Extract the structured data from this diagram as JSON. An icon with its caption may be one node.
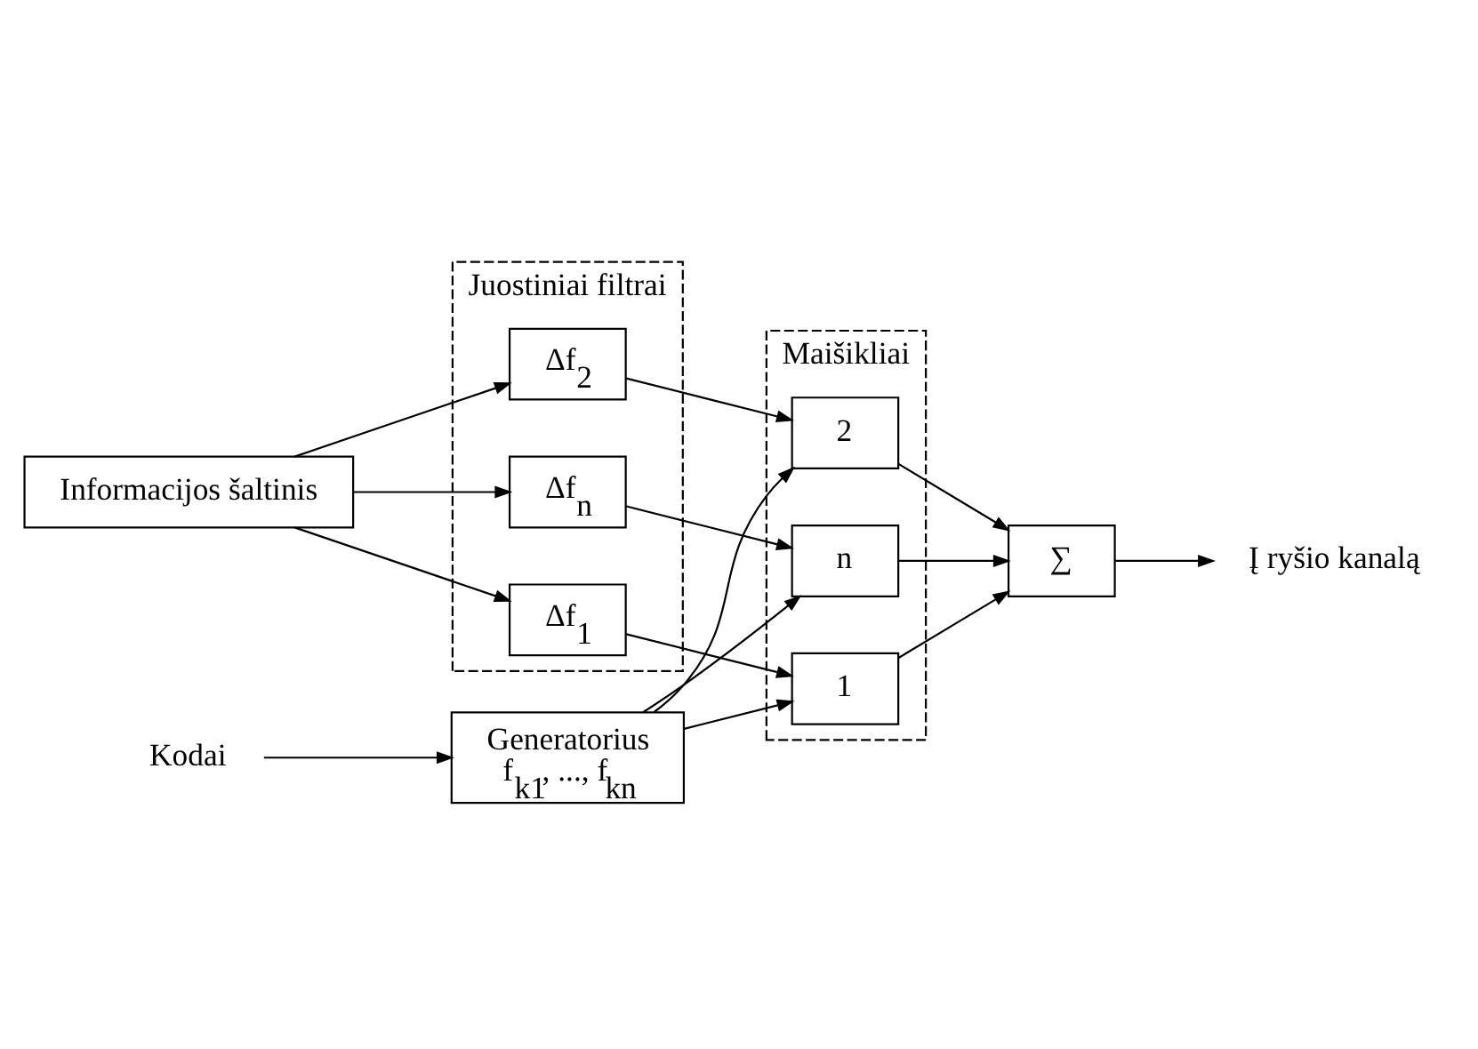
{
  "diagram": {
    "nodes": [
      {
        "text": [
          "Informacijos šaltinis"
        ]
      },
      {
        "text": [
          "Juostiniai filtrai"
        ]
      },
      {
        "text": [
          "Δf$_{1}$"
        ],
        "in": 1
      },
      {
        "text": [
          "Δf$_{2}$"
        ],
        "in": 1
      },
      {
        "text": [
          "Δf$_{n}$"
        ],
        "in": 1
      },
      {
        "text": [
          "Maišikliai"
        ]
      },
      {
        "text": [
          "1"
        ],
        "in": 5
      },
      {
        "text": [
          "2"
        ],
        "in": 5
      },
      {
        "text": [
          "n"
        ],
        "in": 5
      },
      {
        "text": [
          "∑"
        ]
      },
      {
        "text": [
          "Į ryšio kanalą"
        ]
      },
      {
        "text": [
          "Kodai"
        ]
      },
      {
        "text": [
          "Generatorius",
          "f$_{k1}$, ..., f$_{kn}$"
        ]
      }
    ],
    "edges": [
      {
        "from": 0,
        "to": 2,
        "arrow": "to"
      },
      {
        "from": 0,
        "to": 3,
        "arrow": "to"
      },
      {
        "from": 0,
        "to": 4,
        "arrow": "to"
      },
      {
        "from": 2,
        "to": 6,
        "arrow": "to"
      },
      {
        "from": 3,
        "to": 7,
        "arrow": "to"
      },
      {
        "from": 4,
        "to": 8,
        "arrow": "to"
      },
      {
        "from": 12,
        "to": 6,
        "arrow": "to"
      },
      {
        "from": 12,
        "to": 7,
        "arrow": "to"
      },
      {
        "from": 12,
        "to": 8,
        "arrow": "to"
      },
      {
        "from": 6,
        "to": 9,
        "arrow": "to"
      },
      {
        "from": 7,
        "to": 9,
        "arrow": "to"
      },
      {
        "from": 8,
        "to": 9,
        "arrow": "to"
      },
      {
        "from": 9,
        "to": 10,
        "arrow": "to"
      },
      {
        "from": 11,
        "to": 12,
        "arrow": "to"
      }
    ]
  }
}
